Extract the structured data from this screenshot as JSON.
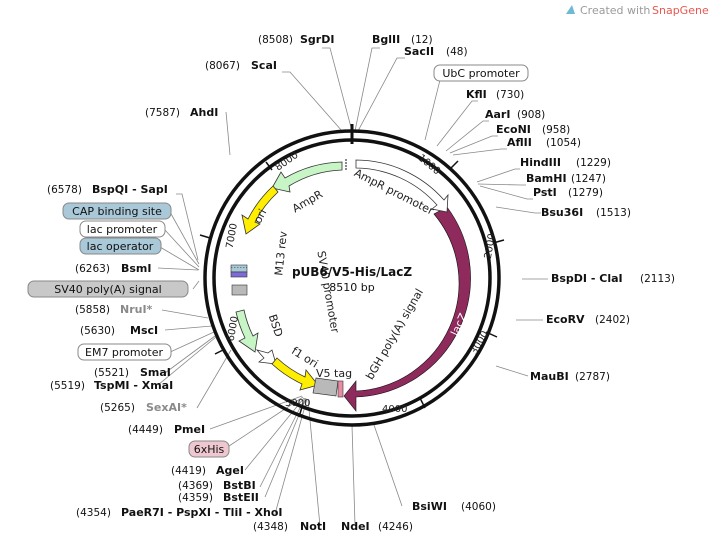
{
  "watermark": {
    "text": "Created with",
    "brand": "SnapGene®"
  },
  "plasmid": {
    "name": "pUB6/V5-His/LacZ",
    "size": "8510 bp"
  },
  "ticks": [
    "1000",
    "2000",
    "3000",
    "4000",
    "5000",
    "6000",
    "7000",
    "8000"
  ],
  "sites": [
    {
      "name": "SgrDI",
      "pos": "(8508)"
    },
    {
      "name": "BglII",
      "pos": "(12)"
    },
    {
      "name": "SacII",
      "pos": "(48)"
    },
    {
      "name": "ScaI",
      "pos": "(8067)"
    },
    {
      "name": "KflI",
      "pos": "(730)"
    },
    {
      "name": "AarI",
      "pos": "(908)"
    },
    {
      "name": "EcoNI",
      "pos": "(958)"
    },
    {
      "name": "AflII",
      "pos": "(1054)"
    },
    {
      "name": "AhdI",
      "pos": "(7587)"
    },
    {
      "name": "HindIII",
      "pos": "(1229)"
    },
    {
      "name": "BamHI",
      "pos": "(1247)"
    },
    {
      "name": "PstI",
      "pos": "(1279)"
    },
    {
      "name": "Bsu36I",
      "pos": "(1513)"
    },
    {
      "name": "BspQI - SapI",
      "pos": "(6578)"
    },
    {
      "name": "BsmI",
      "pos": "(6263)"
    },
    {
      "name": "BspDI - ClaI",
      "pos": "(2113)"
    },
    {
      "name": "NruI*",
      "pos": "(5858)"
    },
    {
      "name": "EcoRV",
      "pos": "(2402)"
    },
    {
      "name": "MscI",
      "pos": "(5630)"
    },
    {
      "name": "SmaI",
      "pos": "(5521)"
    },
    {
      "name": "TspMI - XmaI",
      "pos": "(5519)"
    },
    {
      "name": "MauBI",
      "pos": "(2787)"
    },
    {
      "name": "SexAI*",
      "pos": "(5265)"
    },
    {
      "name": "PmeI",
      "pos": "(4449)"
    },
    {
      "name": "AgeI",
      "pos": "(4419)"
    },
    {
      "name": "BstBI",
      "pos": "(4369)"
    },
    {
      "name": "BstEII",
      "pos": "(4359)"
    },
    {
      "name": "PaeR7I - PspXI - TliI - XhoI",
      "pos": "(4354)"
    },
    {
      "name": "NotI",
      "pos": "(4348)"
    },
    {
      "name": "NdeI",
      "pos": "(4246)"
    },
    {
      "name": "BsiWI",
      "pos": "(4060)"
    }
  ],
  "boxed_features": {
    "ubc_promoter": "UbC promoter",
    "cap_binding_site": "CAP binding site",
    "lac_promoter": "lac promoter",
    "lac_operator": "lac operator",
    "sv40_polya": "SV40 poly(A) signal",
    "em7_promoter": "EM7 promoter",
    "six_his": "6xHis"
  },
  "features": {
    "ampr": "AmpR",
    "ampr_promoter": "AmpR promoter",
    "ori": "ori",
    "m13_rev": "M13 rev",
    "sv40_promoter": "SV40 promoter",
    "bsd": "BSD",
    "f1_ori": "f1 ori",
    "bgh_polya": "bGH poly(A) signal",
    "v5_tag": "V5 tag",
    "lacz": "lacZ"
  },
  "colors": {
    "backbone": "#111111",
    "lacz": "#8e2a5c",
    "ampr": "#c8f5c6",
    "ori": "#ffee00",
    "f1_ori": "#ffee00",
    "bsd": "#c8f5c6",
    "cap_box": "#a9c8d8",
    "lac_operator_box": "#a9c8d8",
    "sv40_box": "#c8c8c8",
    "his_box": "#efc7d1",
    "promoter_arrow": "#ffffff",
    "brand": "#e8584f"
  }
}
